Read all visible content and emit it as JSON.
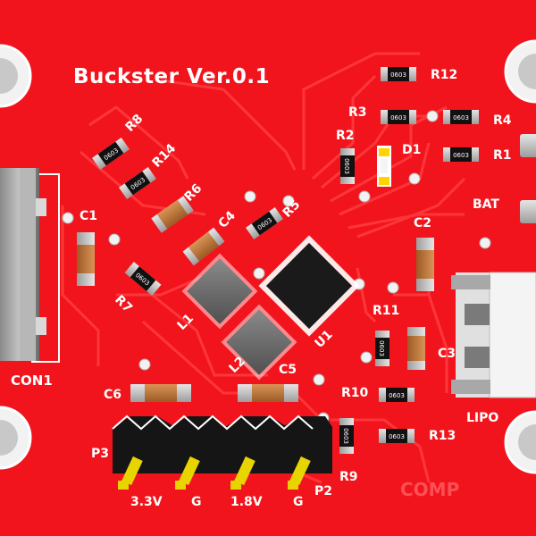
{
  "board": {
    "title": "Buckster Ver.0.1",
    "colors": {
      "pcb": "#f2141c",
      "trace": "#ff3a3e",
      "silk": "#ffffff",
      "pad": "#c9c9c9",
      "chip": "#1a1a1a",
      "resistor_body": "#111111",
      "cap_body": "#c47a3e",
      "inductor": "#6f6f6f",
      "header": "#151515",
      "pin": "#e7d400",
      "connector": "#f2f2f2"
    }
  },
  "labels": {
    "r12": "R12",
    "r3": "R3",
    "r4": "R4",
    "r2": "R2",
    "d1": "D1",
    "r1": "R1",
    "r8": "R8",
    "r14": "R14",
    "r6": "R6",
    "r5": "R5",
    "c4": "C4",
    "c1": "C1",
    "c2": "C2",
    "bat": "BAT",
    "r7": "R7",
    "l1": "L1",
    "l2": "L2",
    "u1": "U1",
    "r11": "R11",
    "c3": "C3",
    "con1": "CON1",
    "c5": "C5",
    "c6": "C6",
    "r10": "R10",
    "r13": "R13",
    "lipo": "LIPO",
    "p3": "P3",
    "r9": "R9",
    "p2": "P2",
    "v33": "3.3V",
    "g1": "G",
    "v18": "1.8V",
    "g2": "G",
    "comp": "COMP"
  },
  "res_marks": {
    "r12": "0603",
    "r3": "0603",
    "r4": "0603",
    "r2": "0603",
    "r1": "0603",
    "r8": "0603",
    "r14": "0603",
    "r5": "0603",
    "r7": "0603",
    "r11": "0603",
    "r10": "0603",
    "r13": "0603",
    "r9": "0603"
  }
}
